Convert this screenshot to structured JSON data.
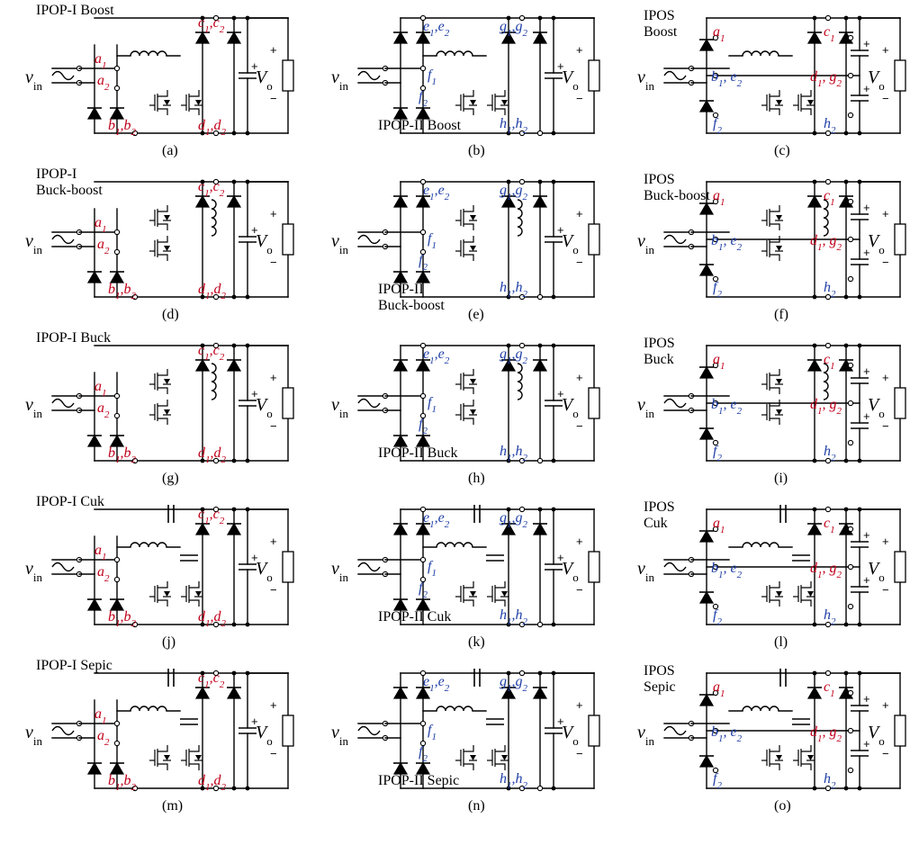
{
  "panels": [
    {
      "id": "a",
      "label": "(a)",
      "title": [
        "IPOP-I Boost"
      ],
      "nodes": [
        {
          "t": "a1",
          "c": "red"
        },
        {
          "t": "a2",
          "c": "red"
        },
        {
          "t": "b1,b2",
          "c": "red"
        },
        {
          "t": "c1,c2",
          "c": "red"
        },
        {
          "t": "d1,d2",
          "c": "red"
        }
      ]
    },
    {
      "id": "b",
      "label": "(b)",
      "title": [
        "IPOP-II Boost"
      ],
      "nodes": [
        {
          "t": "e1,e2",
          "c": "blue"
        },
        {
          "t": "f1",
          "c": "blue"
        },
        {
          "t": "f2",
          "c": "blue"
        },
        {
          "t": "g1,g2",
          "c": "blue"
        },
        {
          "t": "h1,h2",
          "c": "blue"
        }
      ]
    },
    {
      "id": "c",
      "label": "(c)",
      "title": [
        "IPOS",
        "Boost"
      ],
      "nodes": [
        {
          "t": "a1",
          "c": "red"
        },
        {
          "t": "b1, e2",
          "c": "blue"
        },
        {
          "t": "f2",
          "c": "blue"
        },
        {
          "t": "c1",
          "c": "red"
        },
        {
          "t": "d1, g2",
          "c": "red"
        },
        {
          "t": "h2",
          "c": "blue"
        }
      ]
    },
    {
      "id": "d",
      "label": "(d)",
      "title": [
        "IPOP-I",
        "Buck-boost"
      ],
      "nodes": [
        {
          "t": "a1",
          "c": "red"
        },
        {
          "t": "a2",
          "c": "red"
        },
        {
          "t": "b1,b2",
          "c": "red"
        },
        {
          "t": "c1,c2",
          "c": "red"
        },
        {
          "t": "d1,d2",
          "c": "red"
        }
      ]
    },
    {
      "id": "e",
      "label": "(e)",
      "title": [
        "IPOP-II",
        "Buck-boost"
      ],
      "nodes": [
        {
          "t": "e1,e2",
          "c": "blue"
        },
        {
          "t": "f1",
          "c": "blue"
        },
        {
          "t": "f2",
          "c": "blue"
        },
        {
          "t": "g1,g2",
          "c": "blue"
        },
        {
          "t": "h1,h2",
          "c": "blue"
        }
      ]
    },
    {
      "id": "f",
      "label": "(f)",
      "title": [
        "IPOS",
        "Buck-boost"
      ],
      "nodes": [
        {
          "t": "a1",
          "c": "red"
        },
        {
          "t": "b1, e2",
          "c": "blue"
        },
        {
          "t": "f2",
          "c": "blue"
        },
        {
          "t": "c1",
          "c": "red"
        },
        {
          "t": "d1, g2",
          "c": "red"
        },
        {
          "t": "h2",
          "c": "blue"
        }
      ]
    },
    {
      "id": "g",
      "label": "(g)",
      "title": [
        "IPOP-I Buck"
      ],
      "nodes": [
        {
          "t": "a1",
          "c": "red"
        },
        {
          "t": "a2",
          "c": "red"
        },
        {
          "t": "b1,b2",
          "c": "red"
        },
        {
          "t": "c1,c2",
          "c": "red"
        },
        {
          "t": "d1,d2",
          "c": "red"
        }
      ]
    },
    {
      "id": "h",
      "label": "(h)",
      "title": [
        "IPOP-II Buck"
      ],
      "nodes": [
        {
          "t": "e1,e2",
          "c": "blue"
        },
        {
          "t": "f1",
          "c": "blue"
        },
        {
          "t": "f2",
          "c": "blue"
        },
        {
          "t": "g1,g2",
          "c": "blue"
        },
        {
          "t": "h1,h2",
          "c": "blue"
        }
      ]
    },
    {
      "id": "i",
      "label": "(i)",
      "title": [
        "IPOS",
        "Buck"
      ],
      "nodes": [
        {
          "t": "a1",
          "c": "red"
        },
        {
          "t": "b1, e2",
          "c": "blue"
        },
        {
          "t": "f2",
          "c": "blue"
        },
        {
          "t": "c1",
          "c": "red"
        },
        {
          "t": "d1, g2",
          "c": "red"
        },
        {
          "t": "h2",
          "c": "blue"
        }
      ]
    },
    {
      "id": "j",
      "label": "(j)",
      "title": [
        "IPOP-I Cuk"
      ],
      "nodes": [
        {
          "t": "a1",
          "c": "red"
        },
        {
          "t": "a2",
          "c": "red"
        },
        {
          "t": "b1,b2",
          "c": "red"
        },
        {
          "t": "c1,c2",
          "c": "red"
        },
        {
          "t": "d1,d2",
          "c": "red"
        }
      ]
    },
    {
      "id": "k",
      "label": "(k)",
      "title": [
        "IPOP-II Cuk"
      ],
      "nodes": [
        {
          "t": "e1,e2",
          "c": "blue"
        },
        {
          "t": "f1",
          "c": "blue"
        },
        {
          "t": "f2",
          "c": "blue"
        },
        {
          "t": "g1,g2",
          "c": "blue"
        },
        {
          "t": "h1,h2",
          "c": "blue"
        }
      ]
    },
    {
      "id": "l",
      "label": "(l)",
      "title": [
        "IPOS",
        "Cuk"
      ],
      "nodes": [
        {
          "t": "a1",
          "c": "red"
        },
        {
          "t": "b1, e2",
          "c": "blue"
        },
        {
          "t": "f2",
          "c": "blue"
        },
        {
          "t": "c1",
          "c": "red"
        },
        {
          "t": "d1, g2",
          "c": "red"
        },
        {
          "t": "h2",
          "c": "blue"
        }
      ]
    },
    {
      "id": "m",
      "label": "(m)",
      "title": [
        "IPOP-I Sepic"
      ],
      "nodes": [
        {
          "t": "a1",
          "c": "red"
        },
        {
          "t": "a2",
          "c": "red"
        },
        {
          "t": "b1,b2",
          "c": "red"
        },
        {
          "t": "c1,c2",
          "c": "red"
        },
        {
          "t": "d1,d2",
          "c": "red"
        }
      ]
    },
    {
      "id": "n",
      "label": "(n)",
      "title": [
        "IPOP-II Sepic"
      ],
      "nodes": [
        {
          "t": "e1,e2",
          "c": "blue"
        },
        {
          "t": "f1",
          "c": "blue"
        },
        {
          "t": "f2",
          "c": "blue"
        },
        {
          "t": "g1,g2",
          "c": "blue"
        },
        {
          "t": "h1,h2",
          "c": "blue"
        }
      ]
    },
    {
      "id": "o",
      "label": "(o)",
      "title": [
        "IPOS",
        "Sepic"
      ],
      "nodes": [
        {
          "t": "a1",
          "c": "red"
        },
        {
          "t": "b1, e2",
          "c": "blue"
        },
        {
          "t": "f2",
          "c": "blue"
        },
        {
          "t": "c1",
          "c": "red"
        },
        {
          "t": "d1, g2",
          "c": "red"
        },
        {
          "t": "h2",
          "c": "blue"
        }
      ]
    }
  ],
  "symbols": {
    "vin": "vin",
    "vo": "Vo",
    "plus": "+",
    "minus": "−"
  },
  "colors": {
    "red": "#c0001a",
    "blue": "#1f3fa6",
    "wire": "#000000"
  }
}
